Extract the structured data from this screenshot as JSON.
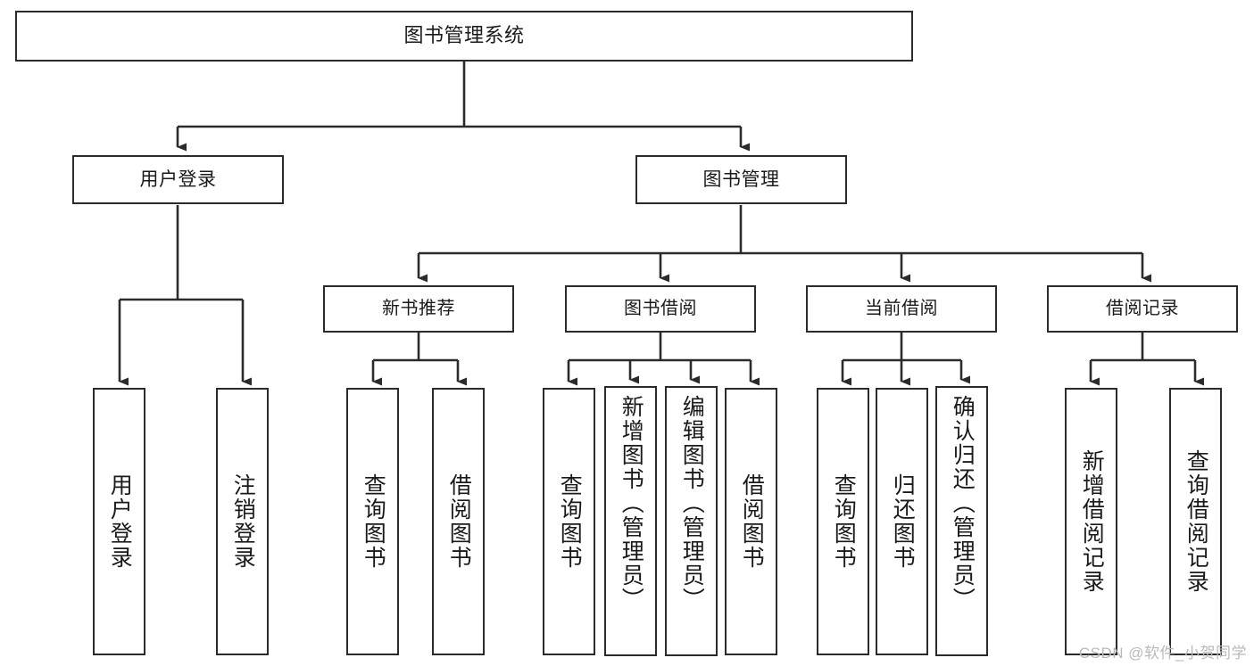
{
  "diagram": {
    "title": "图书管理系统",
    "watermark": "CSDN @软件_小贺同学",
    "root": {
      "id": "root",
      "label": "图书管理系统"
    },
    "level2": [
      {
        "id": "user-login",
        "label": "用户登录"
      },
      {
        "id": "book-manage",
        "label": "图书管理"
      }
    ],
    "level3": [
      {
        "id": "new-book-recommend",
        "label": "新书推荐"
      },
      {
        "id": "book-borrow",
        "label": "图书借阅"
      },
      {
        "id": "current-borrow",
        "label": "当前借阅"
      },
      {
        "id": "borrow-record",
        "label": "借阅记录"
      }
    ],
    "leaves": [
      {
        "id": "leaf-user-login",
        "label": "用户登录",
        "parent": "user-login"
      },
      {
        "id": "leaf-logout-login",
        "label": "注销登录",
        "parent": "user-login"
      },
      {
        "id": "leaf-query-book-1",
        "label": "查询图书",
        "parent": "new-book-recommend"
      },
      {
        "id": "leaf-borrow-book-1",
        "label": "借阅图书",
        "parent": "new-book-recommend"
      },
      {
        "id": "leaf-query-book-2",
        "label": "查询图书",
        "parent": "book-borrow"
      },
      {
        "id": "leaf-add-book",
        "label": "新增图书（管理员）",
        "parent": "book-borrow"
      },
      {
        "id": "leaf-edit-book",
        "label": "编辑图书（管理员）",
        "parent": "book-borrow"
      },
      {
        "id": "leaf-borrow-book-2",
        "label": "借阅图书",
        "parent": "book-borrow"
      },
      {
        "id": "leaf-query-book-3",
        "label": "查询图书",
        "parent": "current-borrow"
      },
      {
        "id": "leaf-return-book",
        "label": "归还图书",
        "parent": "current-borrow"
      },
      {
        "id": "leaf-confirm-return",
        "label": "确认归还（管理员）",
        "parent": "current-borrow"
      },
      {
        "id": "leaf-add-record",
        "label": "新增借阅记录",
        "parent": "borrow-record"
      },
      {
        "id": "leaf-query-record",
        "label": "查询借阅记录",
        "parent": "borrow-record"
      }
    ],
    "colors": {
      "stroke": "#2b2b2b",
      "fill": "#ffffff",
      "text": "#1a1a1a",
      "watermark": "#b9b9b9"
    }
  }
}
